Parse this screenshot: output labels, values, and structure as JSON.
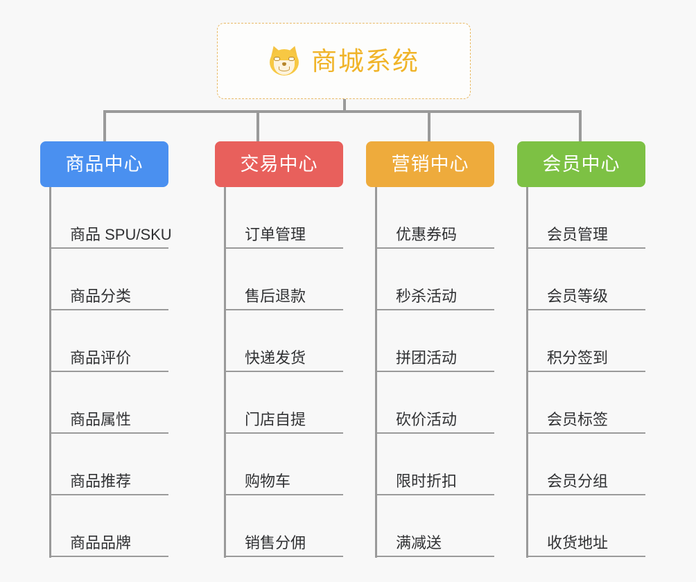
{
  "page": {
    "background_color": "#f8f8f8",
    "connector_color": "#9a9a9a"
  },
  "root": {
    "title": "商城系统",
    "icon": "shiba-inu-dog-face-icon",
    "text_color": "#f0b429",
    "border_color": "#e8b964",
    "background_color": "#fdfdfc"
  },
  "columns": [
    {
      "id": "product-center",
      "label": "商品中心",
      "color": "#4a90f0",
      "items": [
        {
          "label": "商品 SPU/SKU"
        },
        {
          "label": "商品分类"
        },
        {
          "label": "商品评价"
        },
        {
          "label": "商品属性"
        },
        {
          "label": "商品推荐"
        },
        {
          "label": "商品品牌"
        }
      ]
    },
    {
      "id": "trade-center",
      "label": "交易中心",
      "color": "#e8605c",
      "items": [
        {
          "label": "订单管理"
        },
        {
          "label": "售后退款"
        },
        {
          "label": "快递发货"
        },
        {
          "label": "门店自提"
        },
        {
          "label": "购物车"
        },
        {
          "label": "销售分佣"
        }
      ]
    },
    {
      "id": "marketing-center",
      "label": "营销中心",
      "color": "#eeab3c",
      "items": [
        {
          "label": "优惠券码"
        },
        {
          "label": "秒杀活动"
        },
        {
          "label": "拼团活动"
        },
        {
          "label": "砍价活动"
        },
        {
          "label": "限时折扣"
        },
        {
          "label": "满减送"
        }
      ]
    },
    {
      "id": "member-center",
      "label": "会员中心",
      "color": "#7dc144",
      "items": [
        {
          "label": "会员管理"
        },
        {
          "label": "会员等级"
        },
        {
          "label": "积分签到"
        },
        {
          "label": "会员标签"
        },
        {
          "label": "会员分组"
        },
        {
          "label": "收货地址"
        }
      ]
    }
  ]
}
